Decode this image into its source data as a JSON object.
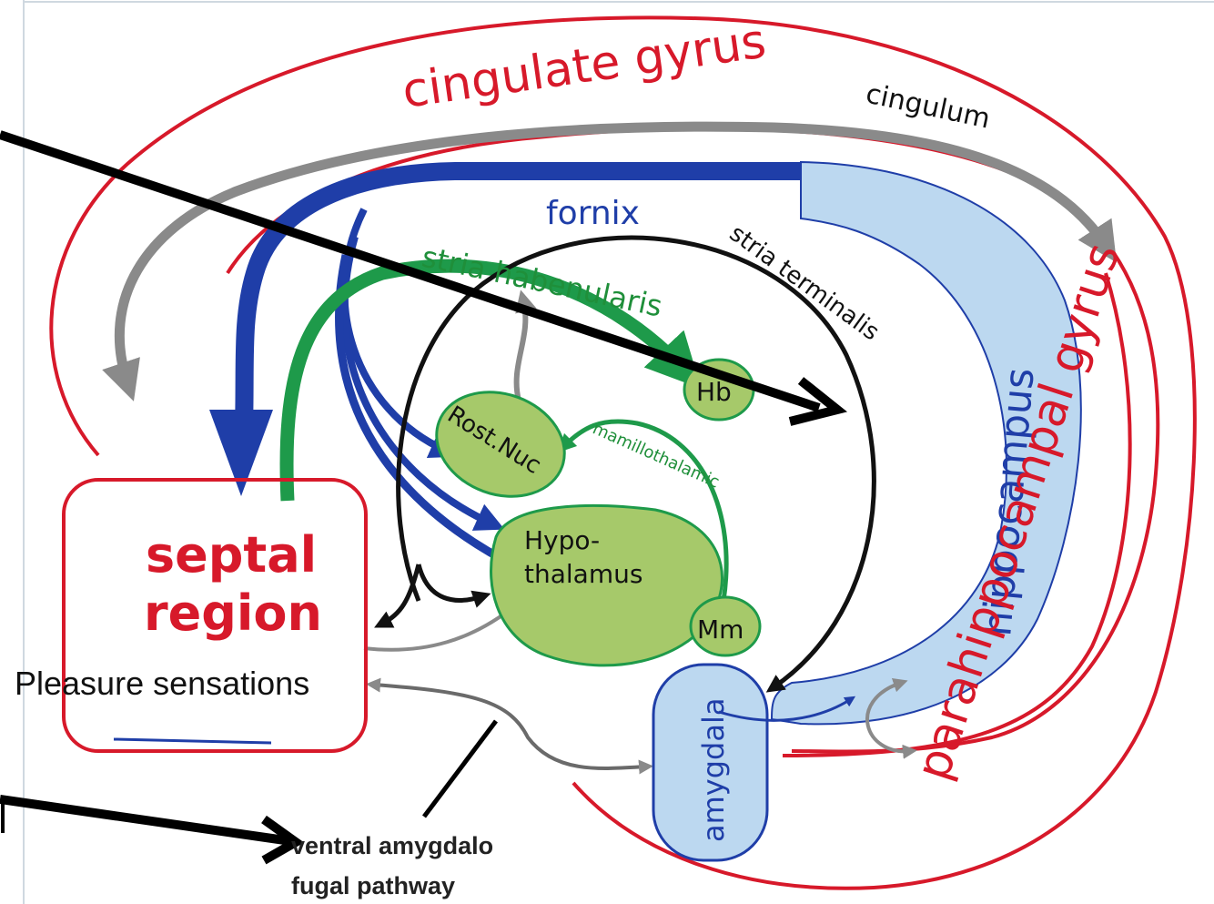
{
  "labels": {
    "cingulate_gyrus": "cingulate gyrus",
    "cingulum": "cingulum",
    "fornix": "fornix",
    "stria_habenularis": "stria habenularis",
    "stria_terminalis": "stria terminalis",
    "hippocampus": "hippocampus",
    "parahippocampal_gyrus": "parahippocampal gyrus",
    "septal_line1": "septal",
    "septal_line2": "region",
    "hb": "Hb",
    "rost_nuc": "Rost.Nuc",
    "mamillothalamic": "mamillothalamic",
    "hypo_line1": "Hypo-",
    "hypo_line2": "thalamus",
    "mm": "Mm",
    "amygdala": "amygdala",
    "pleasure": "Pleasure sensations",
    "ventral_line1": "ventral amygdalo",
    "ventral_line2": "fugal pathway"
  },
  "colors": {
    "red": "#d7192a",
    "blue": "#1f3ea8",
    "light_blue": "#bcd8f0",
    "green": "#1e9a4a",
    "light_green": "#a6c96a",
    "gray": "#8a8a8a",
    "black": "#111111"
  }
}
